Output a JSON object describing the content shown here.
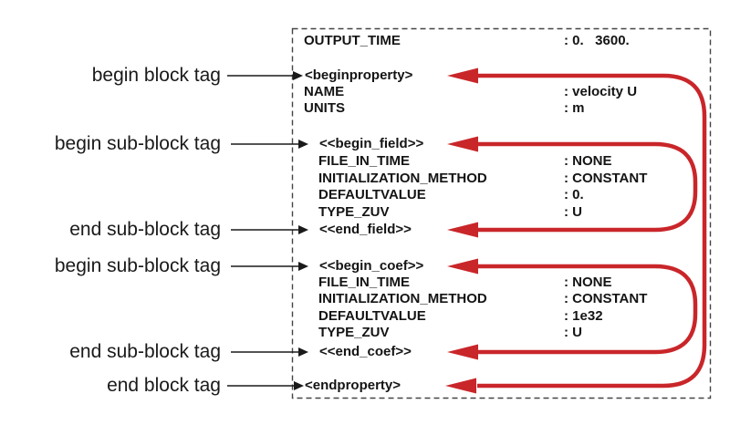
{
  "figure": {
    "description": "Annotated diagram of a data-file property block structure",
    "background": "#ffffff",
    "accent_red": "#c9262a",
    "line_black": "#1a1a1a",
    "border_gray": "#444444"
  },
  "annotations": [
    {
      "text": "begin block tag"
    },
    {
      "text": "begin sub-block tag"
    },
    {
      "text": "end sub-block tag"
    },
    {
      "text": "begin sub-block tag"
    },
    {
      "text": "end sub-block tag"
    },
    {
      "text": "end block tag"
    }
  ],
  "code": {
    "lines": [
      {
        "key": "OUTPUT_TIME",
        "value": ": 0.   3600."
      },
      {
        "key": "<beginproperty>",
        "value": ""
      },
      {
        "key": "NAME",
        "value": ": velocity U"
      },
      {
        "key": "UNITS",
        "value": ": m"
      },
      {
        "key": "<<begin_field>>",
        "value": ""
      },
      {
        "key": "FILE_IN_TIME",
        "value": ": NONE"
      },
      {
        "key": "INITIALIZATION_METHOD",
        "value": ": CONSTANT"
      },
      {
        "key": "DEFAULTVALUE",
        "value": ": 0."
      },
      {
        "key": "TYPE_ZUV",
        "value": ": U"
      },
      {
        "key": "<<end_field>>",
        "value": ""
      },
      {
        "key": "<<begin_coef>>",
        "value": ""
      },
      {
        "key": "FILE_IN_TIME",
        "value": ": NONE"
      },
      {
        "key": "INITIALIZATION_METHOD",
        "value": ": CONSTANT"
      },
      {
        "key": "DEFAULTVALUE",
        "value": ": 1e32"
      },
      {
        "key": "TYPE_ZUV",
        "value": ": U"
      },
      {
        "key": "<<end_coef>>",
        "value": ""
      },
      {
        "key": "<endproperty>",
        "value": ""
      }
    ]
  }
}
